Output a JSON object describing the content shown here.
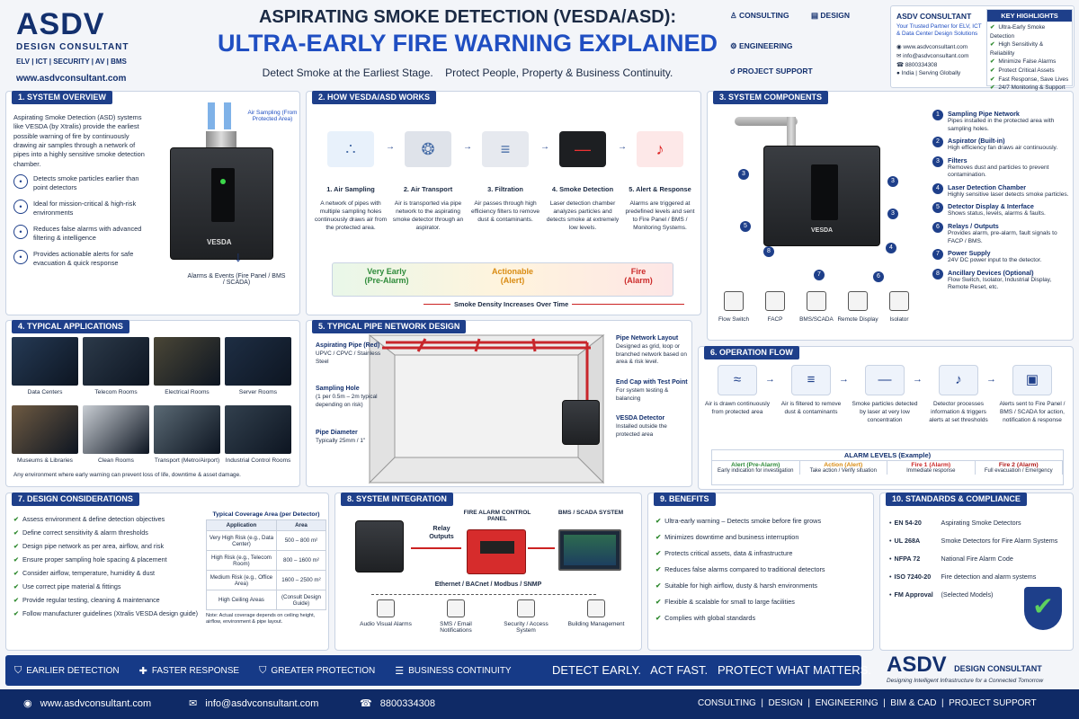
{
  "brand": {
    "logo": "ASDV",
    "sub": "DESIGN CONSULTANT",
    "tags": "ELV  |  ICT  |  SECURITY  |  AV  |  BMS",
    "url": "www.asdvconsultant.com"
  },
  "title": {
    "line1": "ASPIRATING SMOKE DETECTION (VESDA/ASD):",
    "line2": "ULTRA-EARLY FIRE WARNING EXPLAINED",
    "tagline": "Detect Smoke at the Earliest Stage.    Protect People, Property & Business Continuity."
  },
  "services": [
    "CONSULTING",
    "DESIGN",
    "ENGINEERING",
    "PROJECT SUPPORT"
  ],
  "contact_card": {
    "title": "ASDV CONSULTANT",
    "sub": "Your Trusted Partner for ELV, ICT & Data Center Design Solutions",
    "items": [
      "www.asdvconsultant.com",
      "info@asdvconsultant.com",
      "8800334308",
      "India | Serving Globally"
    ]
  },
  "highlights": {
    "title": "KEY HIGHLIGHTS",
    "items": [
      "Ultra-Early Smoke Detection",
      "High Sensitivity & Reliability",
      "Minimize False Alarms",
      "Protect Critical Assets",
      "Fast Response, Save Lives",
      "24/7 Monitoring & Support"
    ]
  },
  "s1": {
    "title": "1. SYSTEM OVERVIEW",
    "intro": "Aspirating Smoke Detection (ASD) systems like VESDA (by Xtralis) provide the earliest possible warning of fire by continuously drawing air samples through a network of pipes into a highly sensitive smoke detection chamber.",
    "points": [
      "Detects smoke particles earlier than point detectors",
      "Ideal for mission-critical & high-risk environments",
      "Reduces false alarms with advanced filtering & intelligence",
      "Provides actionable alerts for safe evacuation & quick response"
    ],
    "sampling": "Air Sampling (From Protected Area)",
    "alarms": "Alarms & Events (Fire Panel / BMS / SCADA)",
    "device": "VESDA"
  },
  "s2": {
    "title": "2. HOW VESDA/ASD WORKS",
    "steps": [
      {
        "t": "1. Air Sampling",
        "d": "A network of pipes with multiple sampling holes continuously draws air from the protected area."
      },
      {
        "t": "2. Air Transport",
        "d": "Air is transported via pipe network to the aspirating smoke detector through an aspirator."
      },
      {
        "t": "3. Filtration",
        "d": "Air passes through high efficiency filters to remove dust & contaminants."
      },
      {
        "t": "4. Smoke Detection",
        "d": "Laser detection chamber analyzes particles and detects smoke at extremely low levels."
      },
      {
        "t": "5. Alert & Response",
        "d": "Alarms are triggered at predefined levels and sent to Fire Panel / BMS / Monitoring Systems."
      }
    ],
    "levels": [
      {
        "a": "Very Early",
        "b": "(Pre-Alarm)"
      },
      {
        "a": "Actionable",
        "b": "(Alert)"
      },
      {
        "a": "Fire",
        "b": "(Alarm)"
      }
    ],
    "arrow": "Smoke Density Increases Over Time"
  },
  "s3": {
    "title": "3. SYSTEM COMPONENTS",
    "device": "VESDA",
    "items": [
      {
        "n": "1",
        "t": "Sampling Pipe Network",
        "d": "Pipes installed in the protected area with sampling holes."
      },
      {
        "n": "2",
        "t": "Aspirator (Built-in)",
        "d": "High efficiency fan draws air continuously."
      },
      {
        "n": "3",
        "t": "Filters",
        "d": "Removes dust and particles to prevent contamination."
      },
      {
        "n": "4",
        "t": "Laser Detection Chamber",
        "d": "Highly sensitive laser detects smoke particles."
      },
      {
        "n": "5",
        "t": "Detector Display & Interface",
        "d": "Shows status, levels, alarms & faults."
      },
      {
        "n": "6",
        "t": "Relays / Outputs",
        "d": "Provides alarm, pre-alarm, fault signals to FACP / BMS."
      },
      {
        "n": "7",
        "t": "Power Supply",
        "d": "24V DC power input to the detector."
      },
      {
        "n": "8",
        "t": "Ancillary Devices (Optional)",
        "d": "Flow Switch, Isolator, Industrial Display, Remote Reset, etc."
      }
    ],
    "peripherals": [
      "Flow Switch",
      "FACP",
      "BMS/SCADA",
      "Remote Display",
      "Isolator"
    ]
  },
  "s4": {
    "title": "4. TYPICAL APPLICATIONS",
    "apps": [
      "Data Centers",
      "Telecom Rooms",
      "Electrical Rooms",
      "Server Rooms",
      "Museums & Libraries",
      "Clean Rooms",
      "Transport (Metro/Airport)",
      "Industrial Control Rooms"
    ],
    "note": "Any environment where early warning can prevent loss of life, downtime & asset damage."
  },
  "s5": {
    "title": "5. TYPICAL PIPE NETWORK DESIGN",
    "left": [
      {
        "t": "Aspirating Pipe (Red)",
        "d": "UPVC / CPVC / Stainless Steel"
      },
      {
        "t": "Sampling Hole",
        "d": "(1 per 0.5m – 2m typical depending on risk)"
      },
      {
        "t": "Pipe Diameter",
        "d": "Typically 25mm / 1\""
      }
    ],
    "right": [
      {
        "t": "Pipe Network Layout",
        "d": "Designed as grid, loop or branched network based on area & risk level."
      },
      {
        "t": "End Cap with Test Point",
        "d": "For system testing & balancing"
      },
      {
        "t": "VESDA Detector",
        "d": "Installed outside the protected area"
      }
    ]
  },
  "s6": {
    "title": "6. OPERATION FLOW",
    "steps": [
      "Air is drawn continuously from protected area",
      "Air is filtered to remove dust & contaminants",
      "Smoke particles detected by laser at very low concentration",
      "Detector processes information & triggers alerts at set thresholds",
      "Alerts sent to Fire Panel / BMS / SCADA for action, notification & response"
    ],
    "levels_title": "ALARM LEVELS (Example)",
    "levels": [
      {
        "t": "Alert (Pre-Alarm)",
        "d": "Early indication for investigation",
        "c": "#2e8b3a"
      },
      {
        "t": "Action (Alert)",
        "d": "Take action / Verify situation",
        "c": "#d98b12"
      },
      {
        "t": "Fire 1 (Alarm)",
        "d": "Immediate response",
        "c": "#cc2a2a"
      },
      {
        "t": "Fire 2 (Alarm)",
        "d": "Full evacuation / Emergency",
        "c": "#b01919"
      }
    ]
  },
  "s7": {
    "title": "7. DESIGN CONSIDERATIONS",
    "items": [
      "Assess environment & define detection objectives",
      "Define correct sensitivity & alarm thresholds",
      "Design pipe network as per area, airflow, and risk",
      "Ensure proper sampling hole spacing & placement",
      "Consider airflow, temperature, humidity & dust",
      "Use correct pipe material & fittings",
      "Provide regular testing, cleaning & maintenance",
      "Follow manufacturer guidelines (Xtralis VESDA design guide)"
    ],
    "table_title": "Typical Coverage Area (per Detector)",
    "th": [
      "Application",
      "Area"
    ],
    "rows": [
      [
        "Very High Risk (e.g., Data Center)",
        "500 – 800 m²"
      ],
      [
        "High Risk (e.g., Telecom Room)",
        "800 – 1600 m²"
      ],
      [
        "Medium Risk (e.g., Office Area)",
        "1600 – 2500 m²"
      ],
      [
        "High Ceiling Areas",
        "(Consult Design Guide)"
      ]
    ],
    "note": "Note: Actual coverage depends on ceiling height, airflow, environment & pipe layout."
  },
  "s8": {
    "title": "8. SYSTEM INTEGRATION",
    "relay": "Relay Outputs",
    "facp": "FIRE ALARM CONTROL PANEL",
    "bms": "BMS / SCADA SYSTEM",
    "bus": "Ethernet / BACnet / Modbus / SNMP",
    "outs": [
      "Audio Visual Alarms",
      "SMS / Email Notifications",
      "Security / Access System",
      "Building Management"
    ]
  },
  "s9": {
    "title": "9. BENEFITS",
    "items": [
      "Ultra-early warning – Detects smoke before fire grows",
      "Minimizes downtime and business interruption",
      "Protects critical assets, data & infrastructure",
      "Reduces false alarms compared to traditional detectors",
      "Suitable for high airflow, dusty & harsh environments",
      "Flexible & scalable for small to large facilities",
      "Complies with global standards"
    ]
  },
  "s10": {
    "title": "10. STANDARDS & COMPLIANCE",
    "items": [
      {
        "c": "EN 54-20",
        "d": "Aspirating Smoke Detectors"
      },
      {
        "c": "UL 268A",
        "d": "Smoke Detectors for Fire Alarm Systems"
      },
      {
        "c": "NFPA 72",
        "d": "National Fire Alarm Code"
      },
      {
        "c": "ISO 7240-20",
        "d": "Fire detection and alarm systems"
      },
      {
        "c": "FM Approval",
        "d": "(Selected Models)"
      }
    ]
  },
  "banner": {
    "items": [
      "EARLIER DETECTION",
      "FASTER RESPONSE",
      "GREATER PROTECTION",
      "BUSINESS CONTINUITY"
    ],
    "slogan": "DETECT EARLY.   ACT FAST.   PROTECT WHAT MATTERS.",
    "logo": "ASDV",
    "logo_sub": "DESIGN CONSULTANT",
    "logo_tag": "Designing Intelligent Infrastructure for a Connected Tomorrow"
  },
  "footer": {
    "url": "www.asdvconsultant.com",
    "email": "info@asdvconsultant.com",
    "phone": "8800334308",
    "links": "CONSULTING  |  DESIGN  |  ENGINEERING  |  BIM & CAD  |  PROJECT SUPPORT"
  }
}
